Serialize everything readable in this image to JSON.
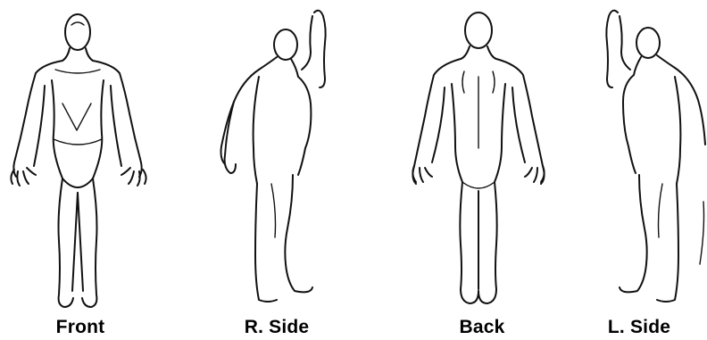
{
  "views": [
    {
      "id": "front",
      "label": "Front"
    },
    {
      "id": "right-side",
      "label": "R. Side"
    },
    {
      "id": "back",
      "label": "Back"
    },
    {
      "id": "left-side",
      "label": "L. Side"
    }
  ],
  "line_color": "#111111",
  "background": "#ffffff"
}
